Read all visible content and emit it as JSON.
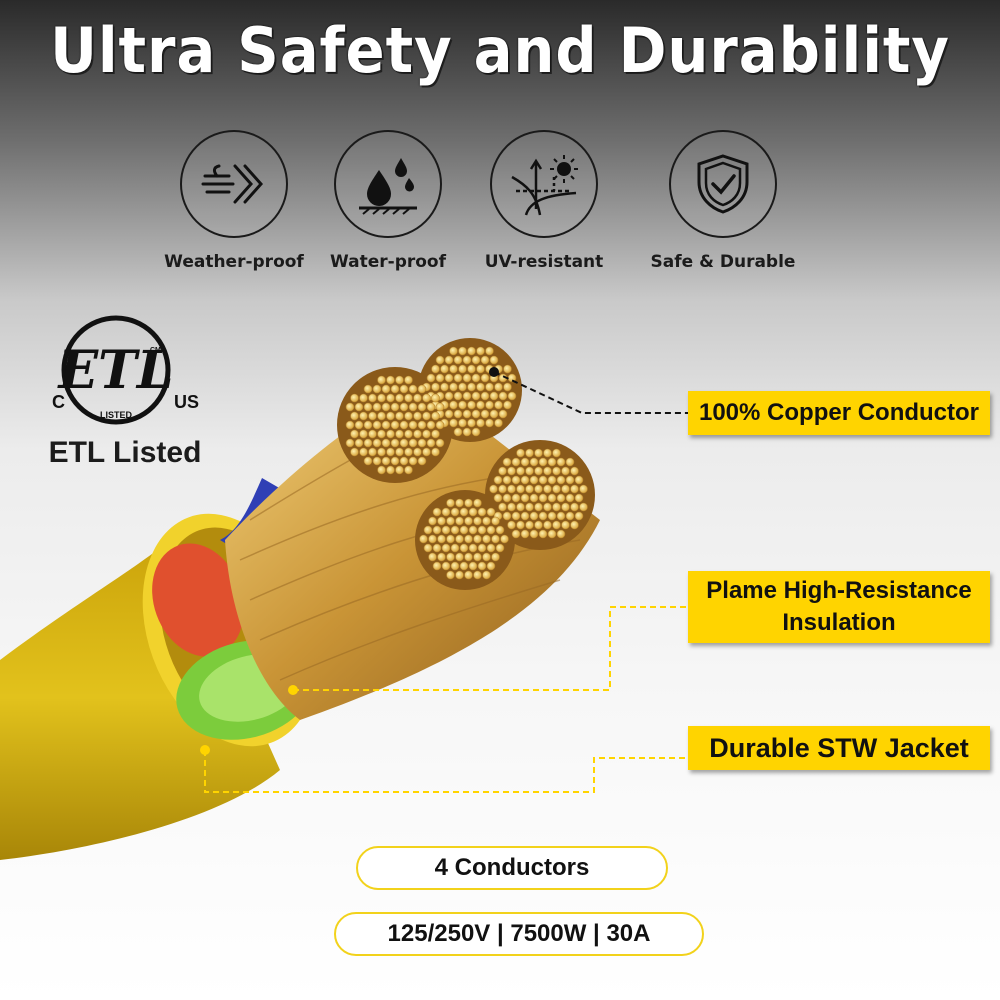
{
  "title": "Ultra Safety and Durability",
  "features": [
    {
      "label": "Weather-proof",
      "icon": "wind-arrows-icon"
    },
    {
      "label": "Water-proof",
      "icon": "water-drops-icon"
    },
    {
      "label": "UV-resistant",
      "icon": "sun-uv-icon"
    },
    {
      "label": "Safe & Durable",
      "icon": "shield-check-icon"
    }
  ],
  "certification": {
    "logo_letters": "ETL",
    "left_mark": "C",
    "right_mark": "US",
    "listed_mark": "LISTED",
    "cm_mark": "CM",
    "label": "ETL Listed"
  },
  "callouts": {
    "conductor": "100% Copper Conductor",
    "insulation_line1": "Plame High-Resistance",
    "insulation_line2": "Insulation",
    "jacket": "Durable STW Jacket"
  },
  "specs": {
    "conductors": "4 Conductors",
    "ratings": "125/250V | 7500W | 30A"
  },
  "colors": {
    "accent_yellow": "#ffd400",
    "jacket_yellow": "#d6b40a",
    "copper": "#d9a84a",
    "wire_red": "#e0502e",
    "wire_green": "#7ccc3c",
    "wire_blue": "#2f3fb5"
  }
}
